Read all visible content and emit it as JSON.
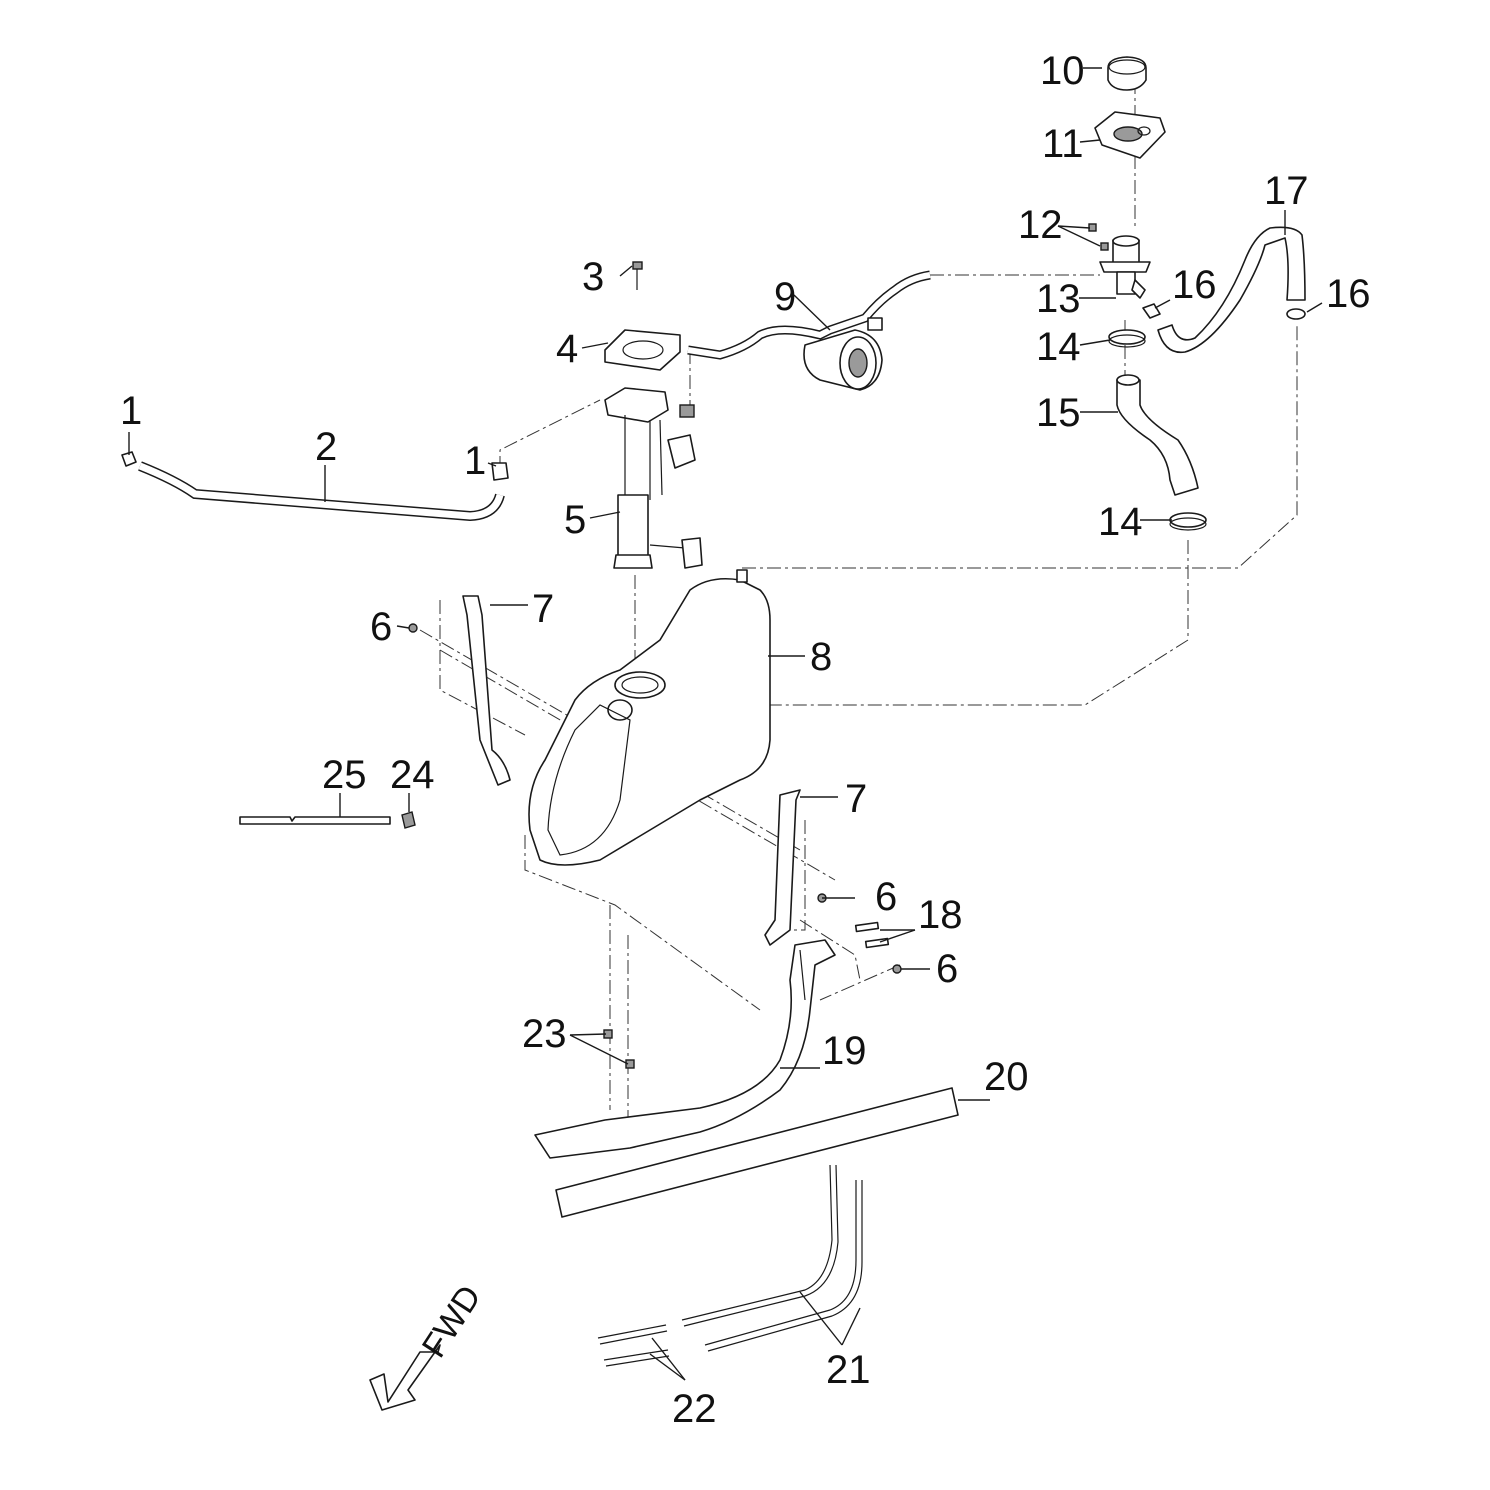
{
  "diagram": {
    "callouts": {
      "c1a": "1",
      "c1b": "1",
      "c2": "2",
      "c3": "3",
      "c4": "4",
      "c5": "5",
      "c6a": "6",
      "c6b": "6",
      "c6c": "6",
      "c7a": "7",
      "c7b": "7",
      "c8": "8",
      "c9": "9",
      "c10": "10",
      "c11": "11",
      "c12": "12",
      "c13": "13",
      "c14a": "14",
      "c14b": "14",
      "c15": "15",
      "c16a": "16",
      "c16b": "16",
      "c17": "17",
      "c18": "18",
      "c19": "19",
      "c20": "20",
      "c21": "21",
      "c22": "22",
      "c23": "23",
      "c24": "24",
      "c25": "25"
    },
    "direction_label": "FWD"
  }
}
